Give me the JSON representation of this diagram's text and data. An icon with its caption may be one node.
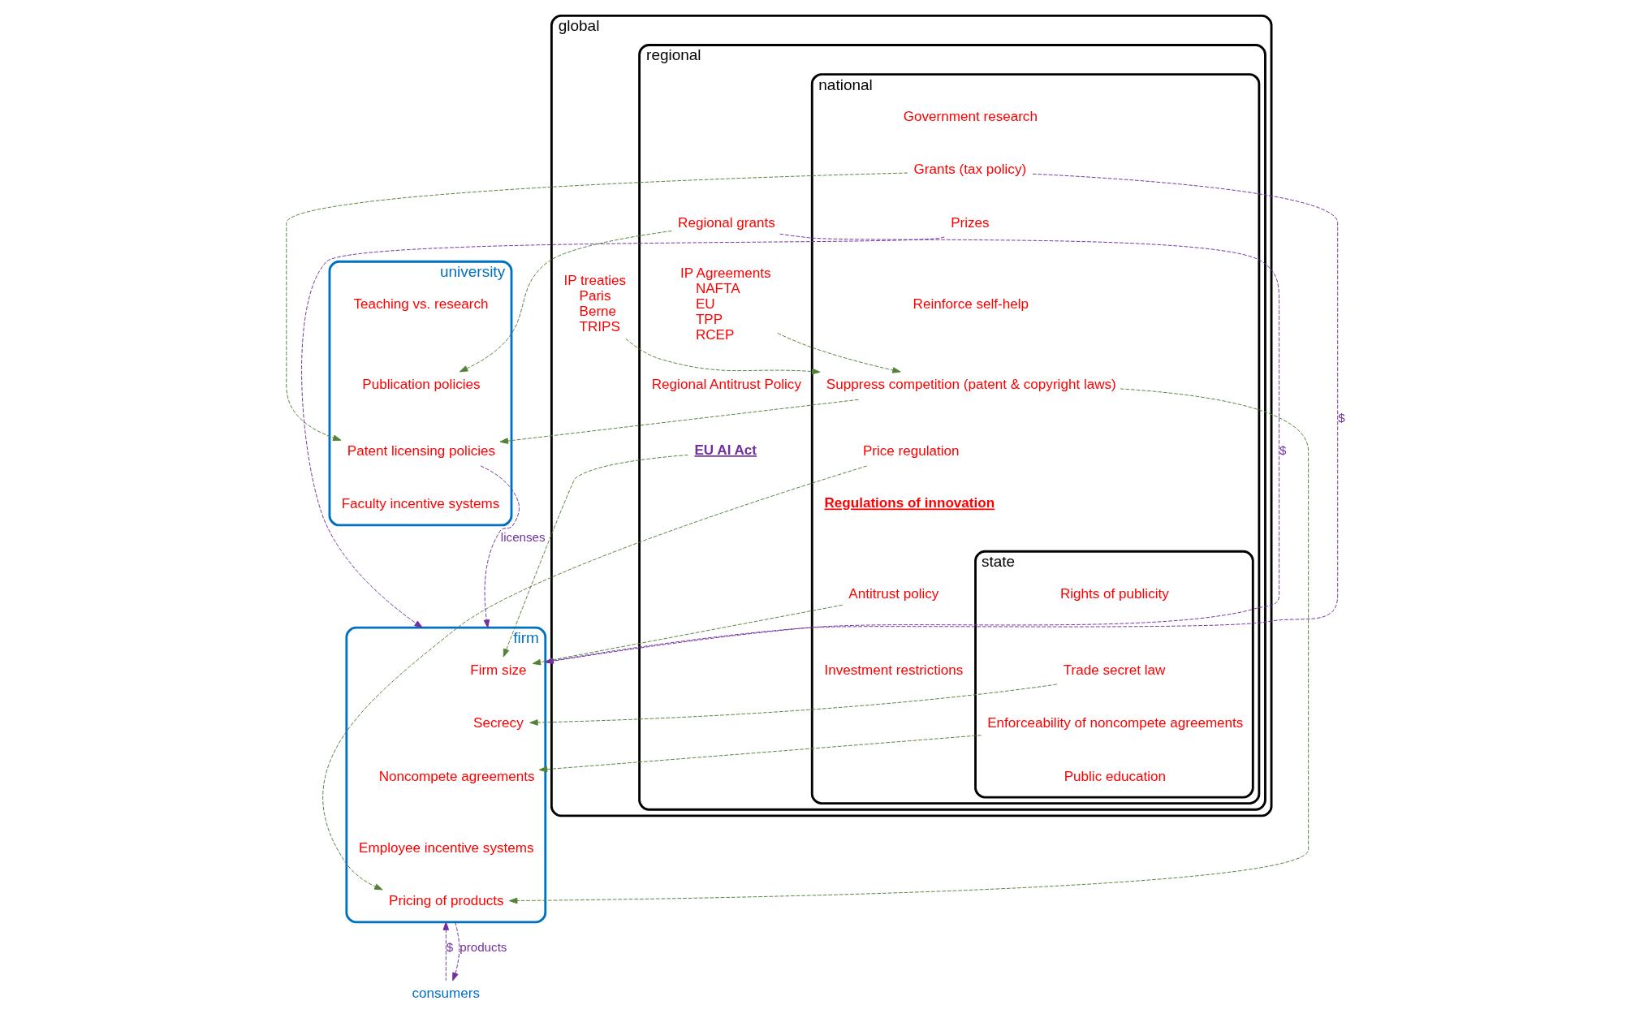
{
  "diagram": {
    "nodes": [
      {
        "text": [
          "global"
        ]
      },
      {
        "text": [
          "regional"
        ],
        "in": 0
      },
      {
        "text": [
          "national"
        ],
        "in": 1
      },
      {
        "text": [
          "state"
        ],
        "in": 2
      },
      {
        "text": [
          "Rights of publicity"
        ],
        "in": 3
      },
      {
        "text": [
          "Trade secret law"
        ],
        "in": 3
      },
      {
        "text": [
          "Enforceability of noncompete agreements"
        ],
        "in": 3
      },
      {
        "text": [
          "Public education"
        ],
        "in": 3
      },
      {
        "text": [
          "Government research"
        ],
        "in": 2
      },
      {
        "text": [
          "Grants (tax policy)"
        ],
        "in": 2
      },
      {
        "text": [
          "Prizes"
        ],
        "in": 2
      },
      {
        "text": [
          "Reinforce self-help"
        ],
        "in": 2
      },
      {
        "text": [
          "Suppress competition (patent & copyright laws)"
        ],
        "in": 2
      },
      {
        "text": [
          "Price regulation"
        ],
        "in": 2
      },
      {
        "text": [
          "Regulations of innovation"
        ],
        "in": 2
      },
      {
        "text": [
          "Antitrust policy"
        ],
        "in": 2
      },
      {
        "text": [
          "Investment restrictions"
        ],
        "in": 2
      },
      {
        "text": [
          "Regional grants"
        ],
        "in": 1
      },
      {
        "text": [
          "IP Agreements",
          "NAFTA",
          "EU",
          "TPP",
          "RCEP"
        ],
        "in": 1
      },
      {
        "text": [
          "Regional Antitrust Policy"
        ],
        "in": 1
      },
      {
        "text": [
          "EU AI Act"
        ],
        "in": 1
      },
      {
        "text": [
          "IP treaties",
          "Paris",
          "Berne",
          "TRIPS"
        ],
        "in": 0
      },
      {
        "text": [
          "firm"
        ]
      },
      {
        "text": [
          "Firm size"
        ],
        "in": 22
      },
      {
        "text": [
          "Secrecy"
        ],
        "in": 22
      },
      {
        "text": [
          "Noncompete agreements"
        ],
        "in": 22
      },
      {
        "text": [
          "Employee incentive systems"
        ],
        "in": 22
      },
      {
        "text": [
          "Pricing of products"
        ],
        "in": 22
      },
      {
        "text": [
          "university"
        ]
      },
      {
        "text": [
          "Teaching vs. research"
        ],
        "in": 28
      },
      {
        "text": [
          "Publication policies"
        ],
        "in": 28
      },
      {
        "text": [
          "Patent licensing policies"
        ],
        "in": 28
      },
      {
        "text": [
          "Faculty incentive systems"
        ],
        "in": 28
      },
      {
        "text": [
          "consumers"
        ]
      }
    ],
    "edges": [
      {
        "from": 5,
        "to": 24,
        "arrow": "to",
        "style": "dashed"
      },
      {
        "from": 6,
        "to": 25,
        "arrow": "to",
        "style": "dashed"
      },
      {
        "from": 12,
        "to": 27,
        "arrow": "to",
        "style": "dashed"
      },
      {
        "from": 13,
        "to": 27,
        "arrow": "to",
        "style": "dashed"
      },
      {
        "from": 15,
        "to": 23,
        "arrow": "to",
        "style": "dashed"
      },
      {
        "from": 20,
        "to": 23,
        "arrow": "to",
        "style": "dashed"
      },
      {
        "from": 9,
        "to": 22,
        "arrow": "to",
        "style": "dashed",
        "color": "#7030a0",
        "label": "$"
      },
      {
        "from": 10,
        "to": 22,
        "arrow": "to",
        "style": "dashed",
        "color": "#7030a0"
      },
      {
        "from": 17,
        "to": 22,
        "arrow": "to",
        "style": "dashed",
        "color": "#7030a0",
        "label": "$"
      },
      {
        "from": 17,
        "to": 30,
        "arrow": "to",
        "style": "dashed"
      },
      {
        "from": 9,
        "to": 31,
        "arrow": "to",
        "style": "dashed"
      },
      {
        "from": 12,
        "to": 31,
        "arrow": "to",
        "style": "dashed"
      },
      {
        "from": 31,
        "to": 22,
        "arrow": "to",
        "style": "dashed",
        "color": "#7030a0",
        "label": "licenses"
      },
      {
        "from": 33,
        "to": 22,
        "arrow": "to",
        "style": "dashed",
        "color": "#7030a0",
        "label": "$"
      },
      {
        "from": 22,
        "to": 33,
        "arrow": "to",
        "style": "dashed",
        "color": "#7030a0",
        "label": "products"
      },
      {
        "from": 18,
        "to": 12,
        "arrow": "to",
        "style": "dashed"
      },
      {
        "from": 21,
        "to": 12,
        "arrow": "to",
        "style": "dashed"
      }
    ]
  }
}
